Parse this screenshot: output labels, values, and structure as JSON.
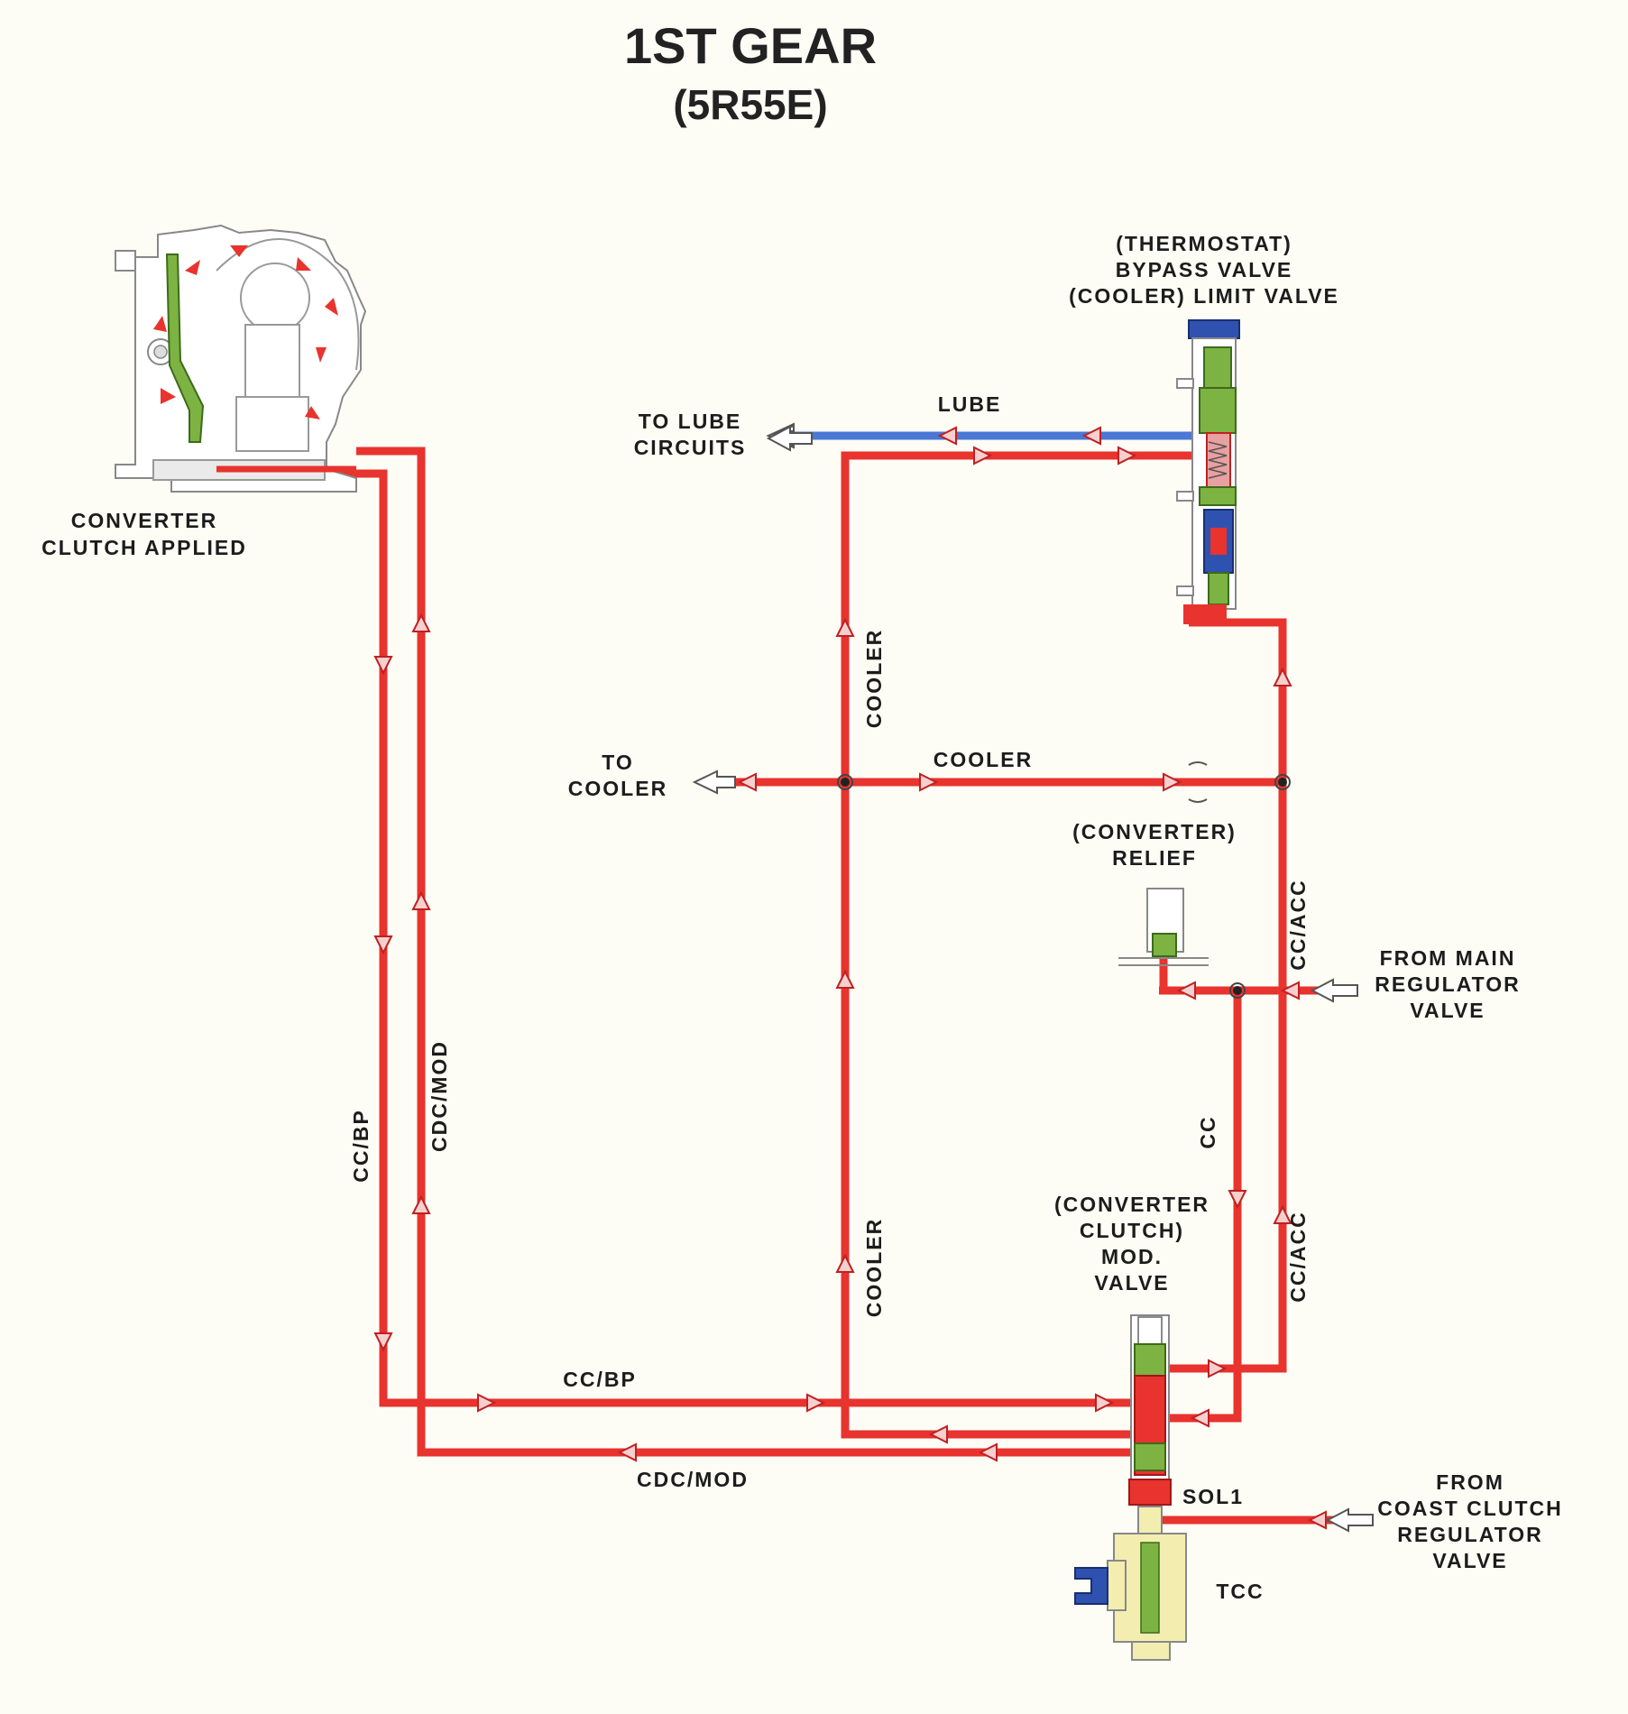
{
  "title": "1ST GEAR",
  "subtitle": "(5R55E)",
  "colors": {
    "pressure": "#e8332e",
    "lube": "#4a78d4",
    "valve_green": "#6aaa3a",
    "valve_blue": "#2f52b0",
    "solenoid_yellow": "#f3eeb0"
  },
  "components": {
    "converter": {
      "label": [
        "CONVERTER",
        "CLUTCH APPLIED"
      ]
    },
    "bypass_valve": {
      "label": [
        "(THERMOSTAT)",
        "BYPASS VALVE",
        "(COOLER) LIMIT VALVE"
      ]
    },
    "relief_valve": {
      "label": [
        "(CONVERTER)",
        "RELIEF"
      ]
    },
    "mod_valve": {
      "label": [
        "(CONVERTER",
        "CLUTCH)",
        "MOD.",
        "VALVE"
      ]
    },
    "sol1": {
      "label": "SOL1"
    },
    "tcc": {
      "label": "TCC"
    }
  },
  "destinations": {
    "to_lube": [
      "TO LUBE",
      "CIRCUITS"
    ],
    "to_cooler": [
      "TO",
      "COOLER"
    ],
    "from_main": [
      "FROM MAIN",
      "REGULATOR",
      "VALVE"
    ],
    "from_coast": [
      "FROM",
      "COAST CLUTCH",
      "REGULATOR",
      "VALVE"
    ]
  },
  "lines": {
    "lube": "LUBE",
    "cooler_h": "COOLER",
    "cooler_v1": "COOLER",
    "cooler_v2": "COOLER",
    "ccbp_v": "CC/BP",
    "cdcmod_v": "CDC/MOD",
    "ccbp_h": "CC/BP",
    "cdcmod_h": "CDC/MOD",
    "ccacc_1": "CC/ACC",
    "ccacc_2": "CC/ACC",
    "cc": "CC"
  }
}
